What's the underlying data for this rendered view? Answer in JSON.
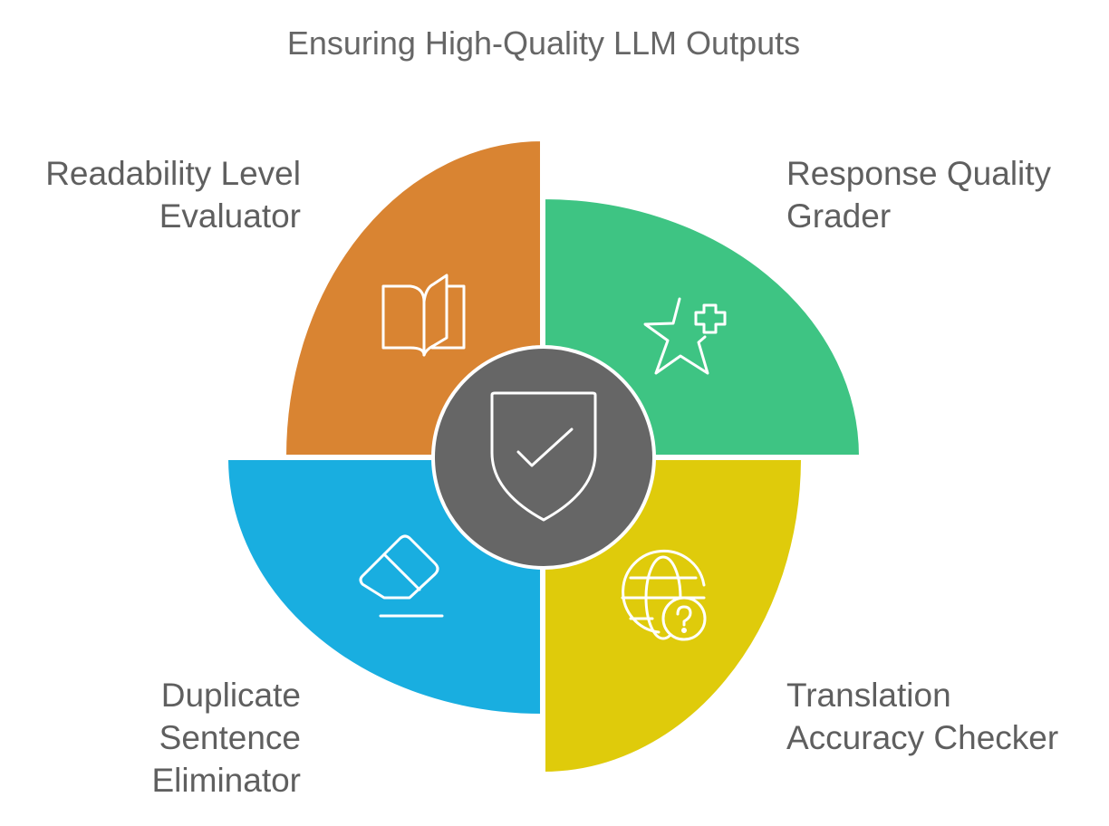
{
  "title": "Ensuring High-Quality LLM Outputs",
  "center": {
    "icon": "shield-check-icon",
    "color": "#666666"
  },
  "segments": [
    {
      "id": "readability",
      "label_lines": [
        "Readability Level",
        "Evaluator"
      ],
      "icon": "open-book-icon",
      "color": "#D98432"
    },
    {
      "id": "response",
      "label_lines": [
        "Response Quality",
        "Grader"
      ],
      "icon": "star-plus-icon",
      "color": "#3EC483"
    },
    {
      "id": "duplicate",
      "label_lines": [
        "Duplicate",
        "Sentence",
        "Eliminator"
      ],
      "icon": "eraser-icon",
      "color": "#19AEE0"
    },
    {
      "id": "translation",
      "label_lines": [
        "Translation",
        "Accuracy Checker"
      ],
      "icon": "globe-question-icon",
      "color": "#DFCB0B"
    }
  ]
}
